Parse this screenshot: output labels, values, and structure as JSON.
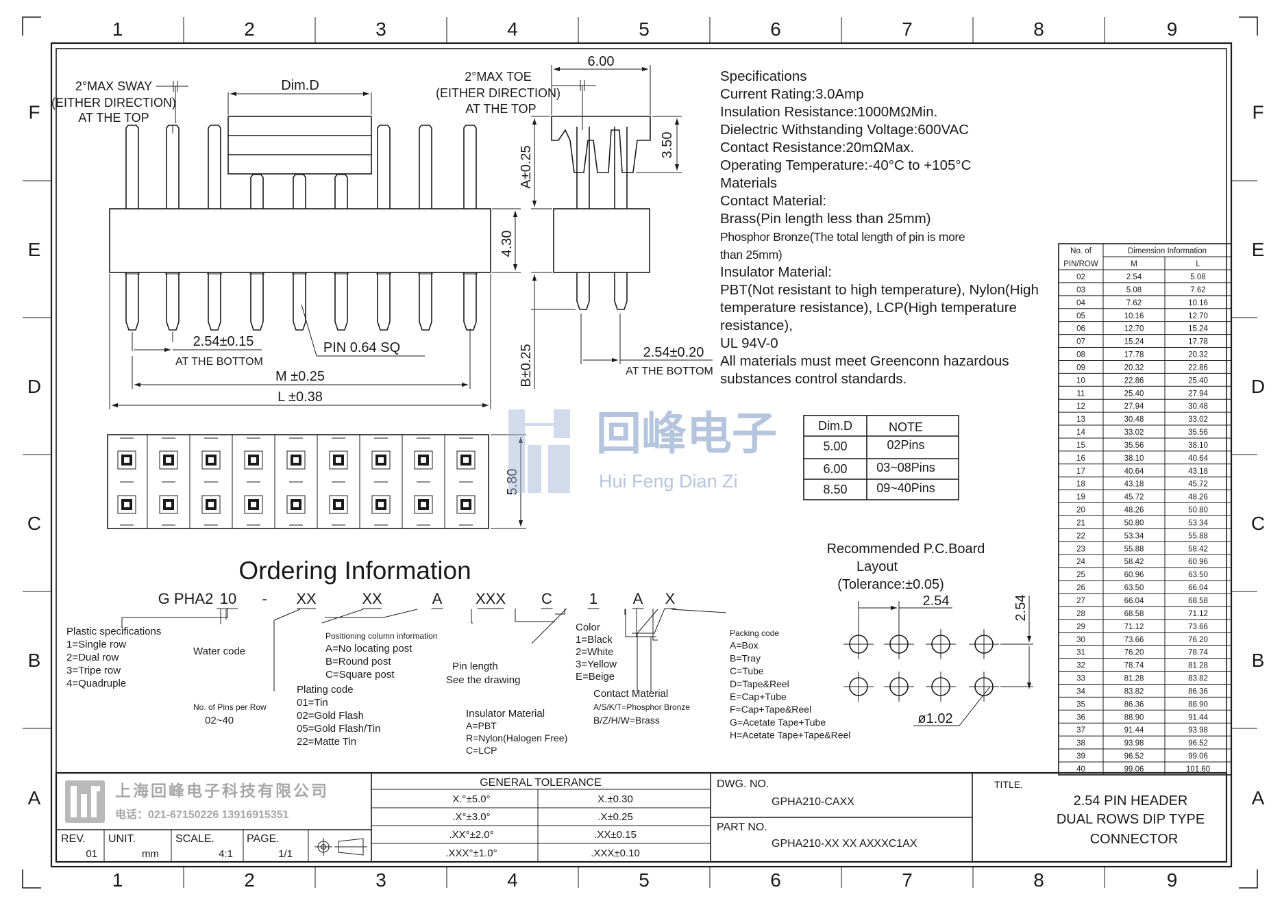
{
  "grid": {
    "columns": [
      "1",
      "2",
      "3",
      "4",
      "5",
      "6",
      "7",
      "8",
      "9"
    ],
    "rows": [
      "F",
      "E",
      "D",
      "C",
      "B",
      "A"
    ]
  },
  "front_view": {
    "sway_note": [
      "2°MAX SWAY",
      "(EITHER  DIRECTION)",
      "AT THE TOP"
    ],
    "dim_d": "Dim.D",
    "pitch": "2.54±0.15",
    "pitch_note": "AT THE BOTTOM",
    "pin_size": "PIN 0.64 SQ",
    "dim_m": "M ±0.25",
    "dim_l": "L ±0.38"
  },
  "side_view": {
    "toe_note": [
      "2°MAX TOE",
      "(EITHER  DIRECTION)",
      "AT THE TOP"
    ],
    "width": "6.00",
    "height_top": "3.50",
    "dim_a": "A±0.25",
    "body_height": "4.30",
    "dim_b": "B±0.25",
    "pitch": "2.54±0.20",
    "pitch_note": "AT THE BOTTOM"
  },
  "bottom_view": {
    "height": "5.80"
  },
  "specifications": [
    {
      "text": "Specifications",
      "size": "n"
    },
    {
      "text": "Current Rating:3.0Amp",
      "size": "n"
    },
    {
      "text": "Insulation Resistance:1000MΩMin.",
      "size": "n"
    },
    {
      "text": "Dielectric Withstanding Voltage:600VAC",
      "size": "n"
    },
    {
      "text": "Contact Resistance:20mΩMax.",
      "size": "n"
    },
    {
      "text": "Operating Temperature:-40°C to +105°C",
      "size": "n"
    },
    {
      "text": "Materials",
      "size": "n"
    },
    {
      "text": "Contact Material:",
      "size": "n"
    },
    {
      "text": "Brass(Pin length less than 25mm)",
      "size": "n"
    },
    {
      "text": "Phosphor Bronze(The total length of pin is more",
      "size": "s"
    },
    {
      "text": "than 25mm)",
      "size": "s"
    },
    {
      "text": "Insulator Material:",
      "size": "n"
    },
    {
      "text": "PBT(Not resistant to high temperature),  Nylon(High",
      "size": "n"
    },
    {
      "text": "temperature resistance), LCP(High temperature",
      "size": "n"
    },
    {
      "text": "resistance),",
      "size": "n"
    },
    {
      "text": "UL 94V-0",
      "size": "n"
    },
    {
      "text": "All materials must meet Greenconn hazardous",
      "size": "n"
    },
    {
      "text": "substances control standards.",
      "size": "n"
    }
  ],
  "watermark": {
    "cn": "回峰电子",
    "en": "Hui Feng Dian Zi"
  },
  "dim_d_table": {
    "headers": [
      "Dim.D",
      "NOTE"
    ],
    "rows": [
      [
        "5.00",
        "02Pins"
      ],
      [
        "6.00",
        "03~08Pins"
      ],
      [
        "8.50",
        "09~40Pins"
      ]
    ]
  },
  "dimension_table": {
    "header_no": [
      "No. of",
      "PIN/ROW"
    ],
    "header_group": "Dimension Information",
    "header_m": "M",
    "header_l": "L",
    "rows": [
      [
        "02",
        "2.54",
        "5.08"
      ],
      [
        "03",
        "5.08",
        "7.62"
      ],
      [
        "04",
        "7.62",
        "10.16"
      ],
      [
        "05",
        "10.16",
        "12.70"
      ],
      [
        "06",
        "12.70",
        "15.24"
      ],
      [
        "07",
        "15.24",
        "17.78"
      ],
      [
        "08",
        "17.78",
        "20.32"
      ],
      [
        "09",
        "20.32",
        "22.86"
      ],
      [
        "10",
        "22.86",
        "25.40"
      ],
      [
        "11",
        "25.40",
        "27.94"
      ],
      [
        "12",
        "27.94",
        "30.48"
      ],
      [
        "13",
        "30.48",
        "33.02"
      ],
      [
        "14",
        "33.02",
        "35.56"
      ],
      [
        "15",
        "35.56",
        "38.10"
      ],
      [
        "16",
        "38.10",
        "40.64"
      ],
      [
        "17",
        "40.64",
        "43.18"
      ],
      [
        "18",
        "43.18",
        "45.72"
      ],
      [
        "19",
        "45.72",
        "48.26"
      ],
      [
        "20",
        "48.26",
        "50.80"
      ],
      [
        "21",
        "50.80",
        "53.34"
      ],
      [
        "22",
        "53.34",
        "55.88"
      ],
      [
        "23",
        "55.88",
        "58.42"
      ],
      [
        "24",
        "58.42",
        "60.96"
      ],
      [
        "25",
        "60.96",
        "63.50"
      ],
      [
        "26",
        "63.50",
        "66.04"
      ],
      [
        "27",
        "66.04",
        "68.58"
      ],
      [
        "28",
        "68.58",
        "71.12"
      ],
      [
        "29",
        "71.12",
        "73.66"
      ],
      [
        "30",
        "73.66",
        "76.20"
      ],
      [
        "31",
        "76.20",
        "78.74"
      ],
      [
        "32",
        "78.74",
        "81.28"
      ],
      [
        "33",
        "81.28",
        "83.82"
      ],
      [
        "34",
        "83.82",
        "86.36"
      ],
      [
        "35",
        "86.36",
        "88.90"
      ],
      [
        "36",
        "88.90",
        "91.44"
      ],
      [
        "37",
        "91.44",
        "93.98"
      ],
      [
        "38",
        "93.98",
        "96.52"
      ],
      [
        "39",
        "96.52",
        "99.06"
      ],
      [
        "40",
        "99.06",
        "101.60"
      ]
    ]
  },
  "pcb_layout": {
    "title": [
      "Recommended P.C.Board",
      "Layout",
      "(Tolerance:±0.05)"
    ],
    "pitch_h": "2.54",
    "pitch_v": "2.54",
    "hole": "ø1.02"
  },
  "ordering": {
    "title": "Ordering Information",
    "code": [
      "G PHA2",
      "10",
      "-",
      "XX",
      "XX",
      "A",
      "XXX",
      "C",
      "1",
      "A",
      "X"
    ],
    "plastic": [
      "Plastic specifications",
      "1=Single row",
      "2=Dual row",
      "3=Tripe row",
      "4=Quadruple"
    ],
    "water": "Water code",
    "pins_per_row": [
      "No. of Pins per Row",
      "02~40"
    ],
    "plating": [
      "Plating code",
      "01=Tin",
      "02=Gold Flash",
      "05=Gold Flash/Tin",
      "22=Matte Tin"
    ],
    "positioning": [
      "Positioning column information",
      "A=No locating post",
      "B=Round post",
      "C=Square post"
    ],
    "pin_length": [
      "Pin length",
      "See the drawing"
    ],
    "insulator": [
      "Insulator Material",
      "A=PBT",
      "R=Nylon(Halogen Free)",
      "C=LCP"
    ],
    "color": [
      "Color",
      "1=Black",
      "2=White",
      "3=Yellow",
      "E=Beige"
    ],
    "contact": [
      "Contact Material",
      "A/S/K/T=Phosphor Bronze",
      "B/Z/H/W=Brass"
    ],
    "packing": [
      "Packing code",
      "A=Box",
      "B=Tray",
      "C=Tube",
      "D=Tape&Reel",
      "E=Cap+Tube",
      "F=Cap+Tape&Reel",
      "G=Acetate Tape+Tube",
      "H=Acetate Tape+Tape&Reel"
    ]
  },
  "title_block": {
    "company_cn": "上海回峰电子科技有限公司",
    "phone": "电话：021-67150226  13916915351",
    "rev_label": "REV.",
    "rev": "01",
    "unit_label": "UNIT.",
    "unit": "mm",
    "scale_label": "SCALE.",
    "scale": "4:1",
    "page_label": "PAGE.",
    "page": "1/1",
    "tolerance_title": "GENERAL TOLERANCE",
    "tolerances": [
      [
        "X.°±5.0°",
        "X.±0.30"
      ],
      [
        ".X°±3.0°",
        ".X±0.25"
      ],
      [
        ".XX°±2.0°",
        ".XX±0.15"
      ],
      [
        ".XXX°±1.0°",
        ".XXX±0.10"
      ]
    ],
    "dwg_label": "DWG. NO.",
    "dwg": "GPHA210-CAXX",
    "part_label": "PART NO.",
    "part": "GPHA210-XX XX AXXXC1AX",
    "title_label": "TITLE.",
    "title": [
      "2.54 PIN HEADER",
      "DUAL ROWS DIP TYPE",
      "CONNECTOR"
    ]
  },
  "colors": {
    "watermark": "#9fb3d4",
    "line": "#1a1a1a",
    "logo_gray": "#b9b9b9"
  }
}
